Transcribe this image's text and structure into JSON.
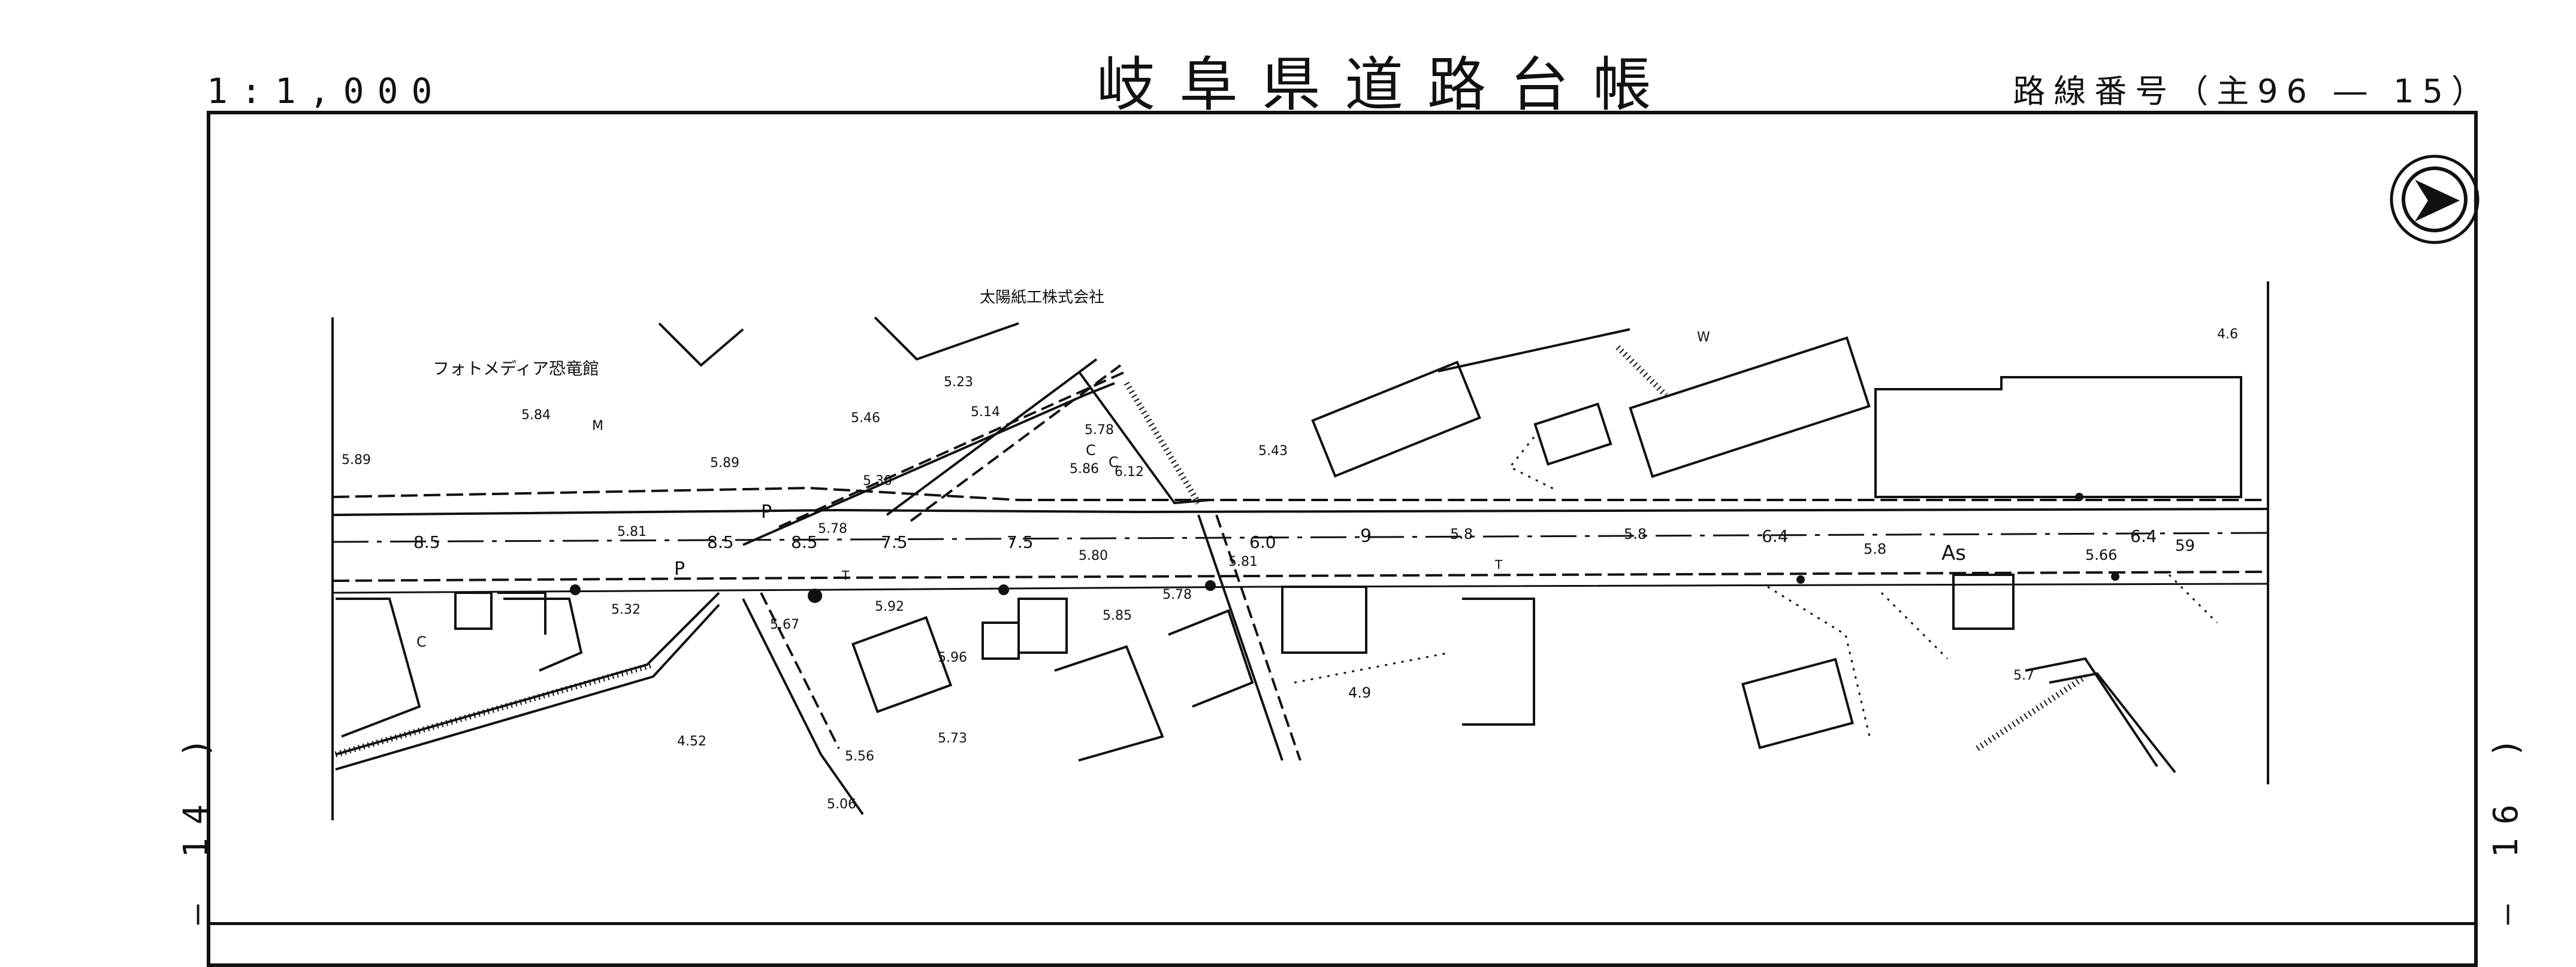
{
  "header": {
    "scale": "1:1,000",
    "title": "岐阜県道路台帳",
    "route_number": "路線番号（主96 ― 15）"
  },
  "sheet_links": {
    "previous": "― 14 )",
    "next": "― 16 )"
  },
  "map": {
    "place_labels": {
      "company": "太陽紙工株式会社",
      "museum": "フォトメディア恐竜館"
    },
    "pavement_label": "As",
    "parking_labels": [
      "P",
      "P"
    ],
    "elevations": [
      "5.89",
      "5.84",
      "5.46",
      "5.23",
      "5.14",
      "5.89",
      "5.30",
      "5.78",
      "5.86",
      "6.12",
      "5.43",
      "5.81",
      "5.78",
      "5.80",
      "5.81",
      "5.8",
      "5.8",
      "5.8",
      "5.66",
      "5.32",
      "5.67",
      "5.92",
      "5.96",
      "5.85",
      "5.78",
      "5.73",
      "5.56",
      "5.06",
      "4.52",
      "4.9",
      "5.7",
      "4.6"
    ],
    "road_widths": [
      "8.5",
      "8.5",
      "8.5",
      "7.5",
      "7.5",
      "6.0",
      "9",
      "6.4",
      "6.4",
      "59"
    ],
    "symbols": [
      "M",
      "C",
      "C",
      "W",
      "C",
      "T",
      "T"
    ],
    "compass": "north-arrow"
  }
}
